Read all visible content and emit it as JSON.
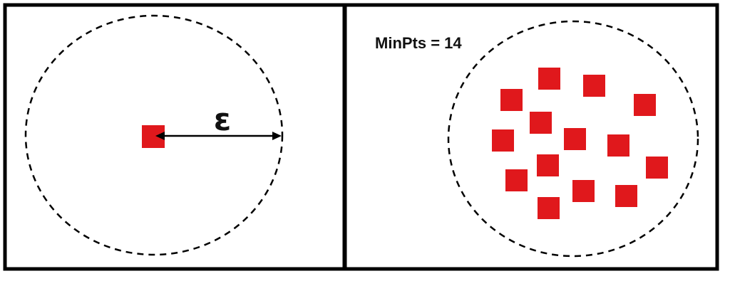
{
  "diagram": {
    "left_panel": {
      "radius_symbol": "ε"
    },
    "right_panel": {
      "min_pts_label": "MinPts = 14",
      "point_count": 14
    },
    "colors": {
      "point": "#e0181c",
      "border": "#000000",
      "background": "#ffffff"
    },
    "icons": {
      "point": "red-square",
      "radius_arrow": "double-headed-arrow"
    }
  }
}
